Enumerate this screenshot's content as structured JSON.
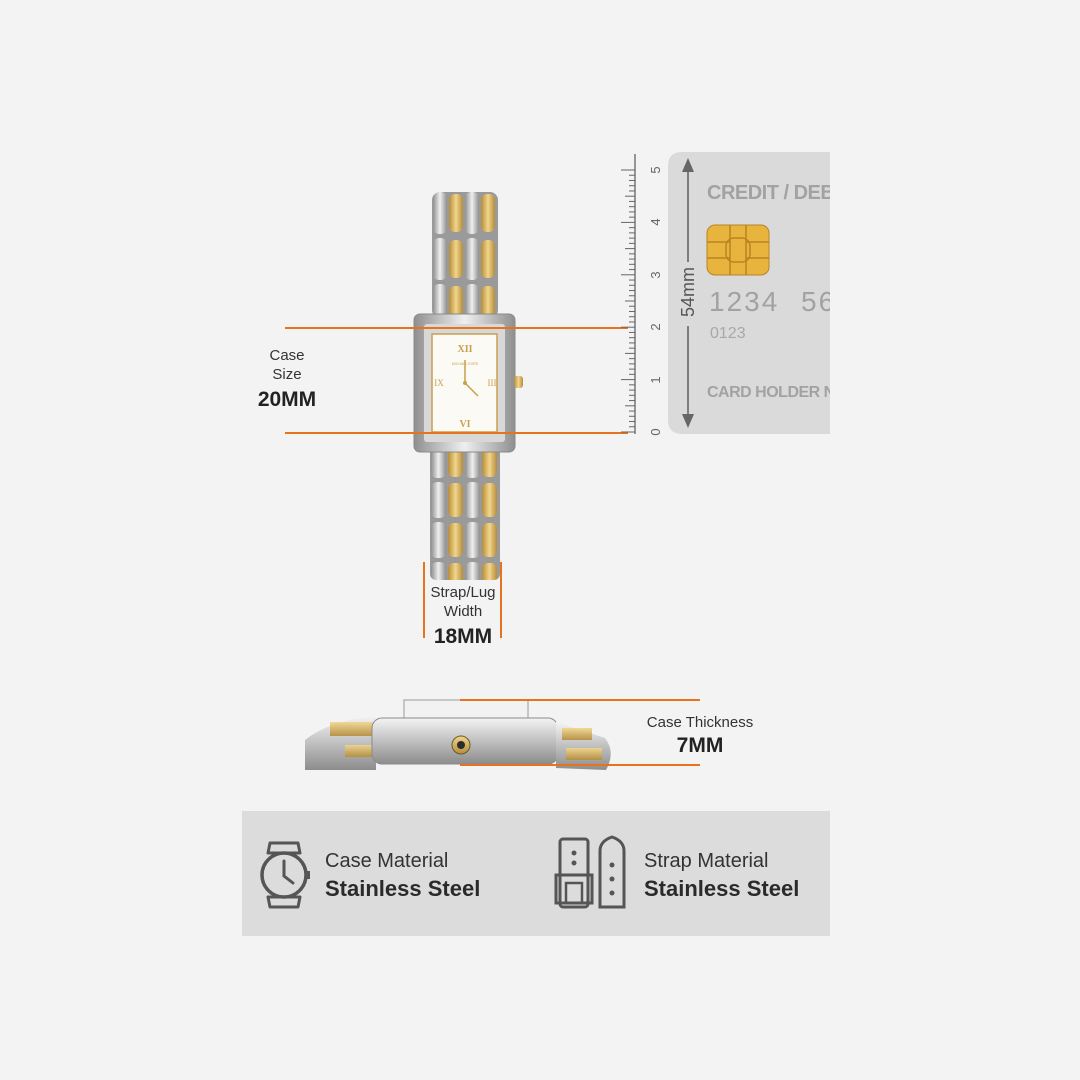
{
  "watch_front": {
    "dial_brand": "MICHAEL KORS",
    "dial_numerals": [
      "XII",
      "III",
      "VI",
      "IX"
    ]
  },
  "case_size": {
    "label_line1": "Case",
    "label_line2": "Size",
    "value": "20MM"
  },
  "strap_width": {
    "label_line1": "Strap/Lug",
    "label_line2": "Width",
    "value": "18MM"
  },
  "case_thickness": {
    "label": "Case Thickness",
    "value": "7MM"
  },
  "ruler": {
    "ticks": [
      "0",
      "1",
      "2",
      "3",
      "4",
      "5"
    ],
    "measure_label": "54mm"
  },
  "card": {
    "title": "CREDIT / DEBIT C",
    "number_main": "1234",
    "number_next": "56",
    "number_small": "0123",
    "holder": "CARD HOLDER NAME"
  },
  "specs": {
    "case_material": {
      "title": "Case Material",
      "value": "Stainless Steel",
      "icon": "watch-icon"
    },
    "strap_material": {
      "title": "Strap Material",
      "value": "Stainless Steel",
      "icon": "strap-icon"
    }
  },
  "colors": {
    "accent": "#e8731f",
    "gold": "#d9b25c",
    "silver": "#b8b8b8",
    "card": "#dadada",
    "panel": "#dcdcdc"
  }
}
